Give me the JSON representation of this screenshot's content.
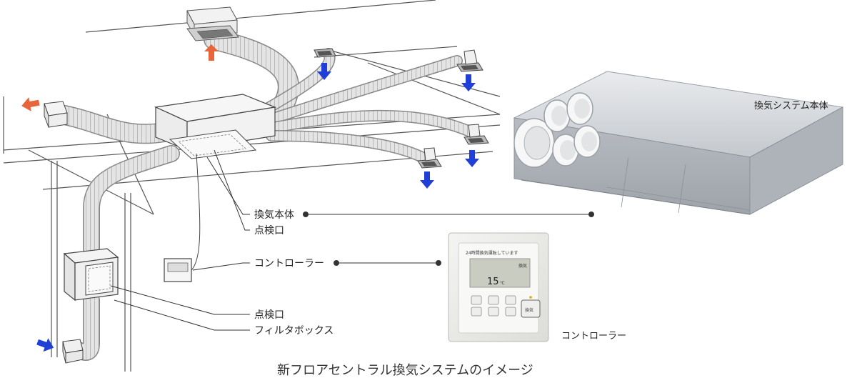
{
  "diagram": {
    "caption": "新フロアセントラル換気システムのイメージ",
    "labels": {
      "main_unit_callout": "換気本体",
      "inspection_port_top": "点検口",
      "controller_callout": "コントローラー",
      "inspection_port_bottom": "点検口",
      "filter_box": "フィルタボックス",
      "unit_photo_label": "換気システム本体",
      "controller_photo_label": "コントローラー"
    },
    "controller_panel": {
      "header_text": "24時間換気運転しています",
      "status_text": "換気",
      "display_value": "15",
      "display_unit": "℃",
      "button_label": "換気"
    },
    "colors": {
      "supply_arrow": "#1f3fd6",
      "exhaust_arrow": "#e8643a",
      "line": "#333333",
      "duct": "#d8d8d8",
      "unit_body": "#c9ccd0"
    }
  }
}
